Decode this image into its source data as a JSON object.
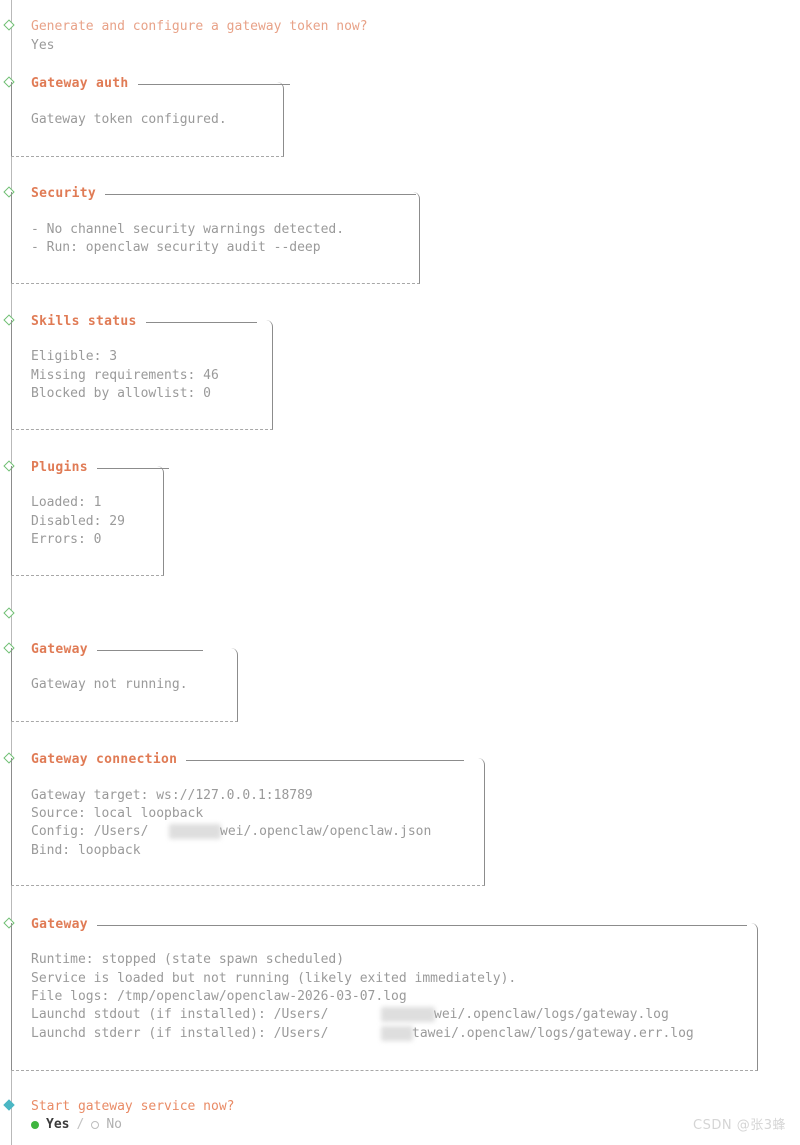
{
  "meta": {
    "app": "openclaw onboarding wizard",
    "accent_header": "#e07b55",
    "accent_prompt": "#e8a288",
    "accent_diamond": "#6fbf73",
    "accent_diamond_active": "#4bb7c4",
    "accent_yes": "#3fb53f",
    "text_color": "#9a9a9a",
    "rule_color": "#8c8c8c"
  },
  "watermark": "CSDN @张3蜂",
  "nodes": [
    {
      "id": "gateway-token-prompt",
      "kind": "prompt-answered",
      "question": "Generate and configure a gateway token now?",
      "answer": "Yes"
    },
    {
      "id": "gateway-auth",
      "kind": "panel",
      "title": "Gateway auth",
      "lines": [
        "Gateway token configured."
      ]
    },
    {
      "id": "security",
      "kind": "panel",
      "title": "Security",
      "lines": [
        "- No channel security warnings detected.",
        "- Run: openclaw security audit --deep"
      ]
    },
    {
      "id": "skills-status",
      "kind": "panel",
      "title": "Skills status",
      "lines": [
        "Eligible: 3",
        "Missing requirements: 46",
        "Blocked by allowlist: 0"
      ]
    },
    {
      "id": "plugins",
      "kind": "panel",
      "title": "Plugins",
      "lines": [
        "Loaded: 1",
        "Disabled: 29",
        "Errors: 0"
      ]
    },
    {
      "id": "spacer-node",
      "kind": "bare-marker",
      "title": "",
      "lines": []
    },
    {
      "id": "gateway-state",
      "kind": "panel",
      "title": "Gateway",
      "lines": [
        "Gateway not running."
      ]
    },
    {
      "id": "gateway-connection",
      "kind": "panel",
      "title": "Gateway connection",
      "lines": [
        "Gateway target: ws://127.0.0.1:18789",
        "Source: local loopback",
        "Config: /Users/",
        "Bind: loopback"
      ],
      "line_tails": {
        "2": "wei/.openclaw/openclaw.json"
      }
    },
    {
      "id": "gateway-runtime",
      "kind": "panel",
      "title": "Gateway",
      "lines": [
        "Runtime: stopped (state spawn scheduled)",
        "Service is loaded but not running (likely exited immediately).",
        "File logs: /tmp/openclaw/openclaw-2026-03-07.log",
        "Launchd stdout (if installed): /Users/",
        "Launchd stderr (if installed): /Users/"
      ],
      "line_tails": {
        "3": "wei/.openclaw/logs/gateway.log",
        "4": "tawei/.openclaw/logs/gateway.err.log"
      }
    },
    {
      "id": "start-gateway-prompt",
      "kind": "prompt-active",
      "question": "Start gateway service now?",
      "options": [
        {
          "label": "Yes",
          "selected": true
        },
        {
          "label": "No",
          "selected": false
        }
      ],
      "separator": "/"
    }
  ]
}
